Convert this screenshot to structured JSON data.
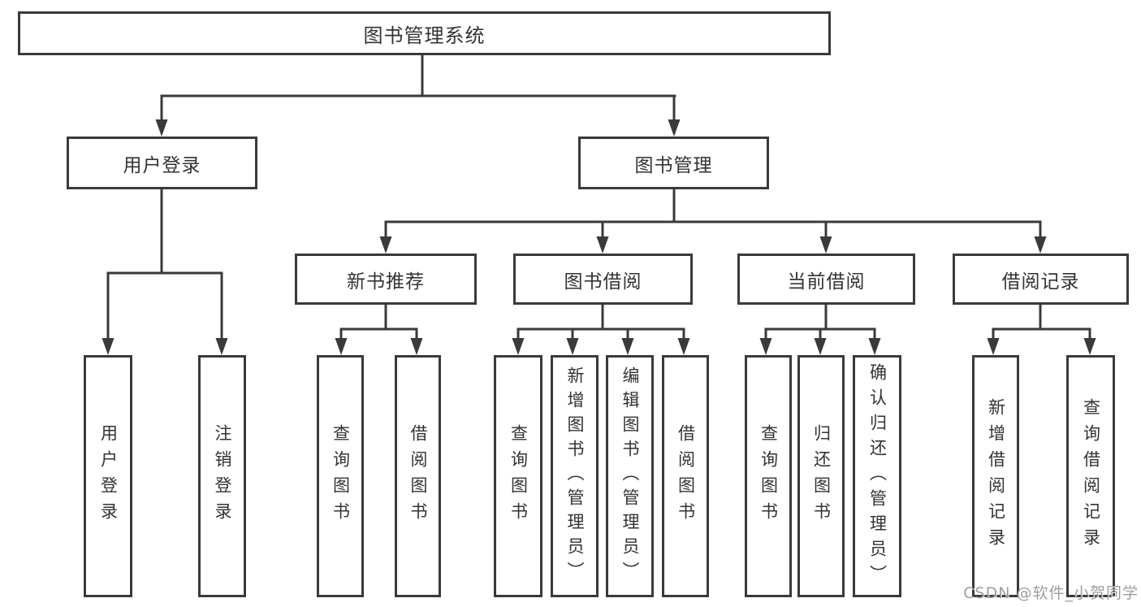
{
  "colors": {
    "line": "#3a3a3a",
    "text": "#333333",
    "watermark": "#949494",
    "background": "#ffffff"
  },
  "tree": {
    "root": {
      "label": "图书管理系统"
    },
    "branches": [
      {
        "label": "用户登录",
        "children": [
          {
            "label": "用户登录"
          },
          {
            "label": "注销登录"
          }
        ]
      },
      {
        "label": "图书管理",
        "children": [
          {
            "label": "新书推荐",
            "children": [
              {
                "label": "查询图书"
              },
              {
                "label": "借阅图书"
              }
            ]
          },
          {
            "label": "图书借阅",
            "children": [
              {
                "label": "查询图书"
              },
              {
                "label": "新增图书（管理员）"
              },
              {
                "label": "编辑图书（管理员）"
              },
              {
                "label": "借阅图书"
              }
            ]
          },
          {
            "label": "当前借阅",
            "children": [
              {
                "label": "查询图书"
              },
              {
                "label": "归还图书"
              },
              {
                "label": "确认归还（管理员）"
              }
            ]
          },
          {
            "label": "借阅记录",
            "children": [
              {
                "label": "新增借阅记录"
              },
              {
                "label": "查询借阅记录"
              }
            ]
          }
        ]
      }
    ]
  },
  "watermark": {
    "text": "CSDN @软件_小贺同学"
  }
}
